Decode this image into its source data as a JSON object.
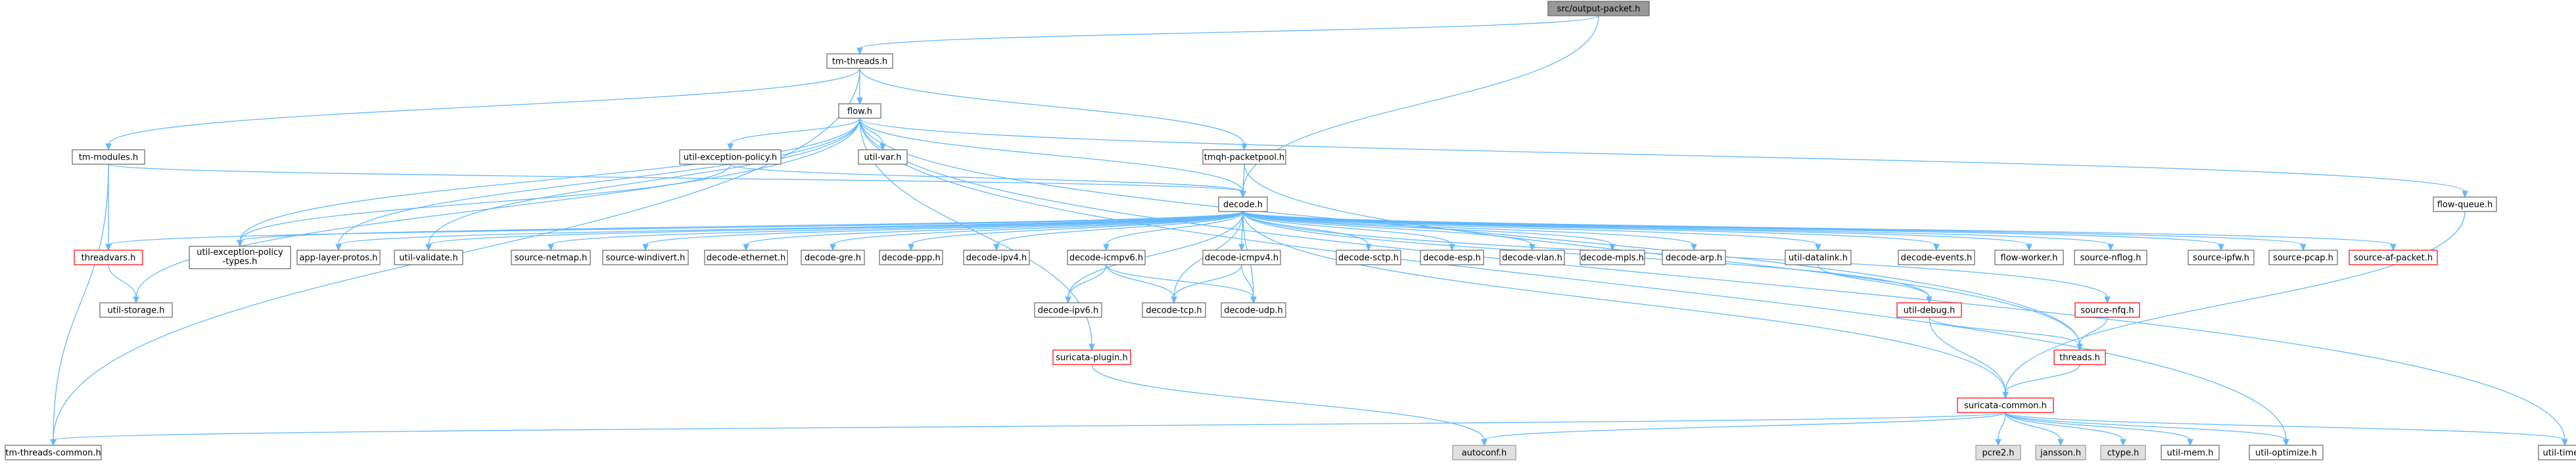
{
  "colors": {
    "edge": "#63b8ff",
    "node_border": "#666666",
    "node_fill": "#ffffff",
    "focus_fill": "#999999",
    "focus_border": "#666666",
    "truncated_border": "#ff0000",
    "system_fill": "#e0e0e0",
    "system_border": "#999999"
  },
  "nodes": [
    {
      "id": "output_packet",
      "label": "src/output-packet.h",
      "kind": "focus"
    },
    {
      "id": "tm_threads",
      "label": "tm-threads.h",
      "kind": "normal"
    },
    {
      "id": "flow",
      "label": "flow.h",
      "kind": "normal"
    },
    {
      "id": "tm_modules",
      "label": "tm-modules.h",
      "kind": "normal"
    },
    {
      "id": "util_exception_policy",
      "label": "util-exception-policy.h",
      "kind": "normal"
    },
    {
      "id": "util_var",
      "label": "util-var.h",
      "kind": "normal"
    },
    {
      "id": "tmqh_packetpool",
      "label": "tmqh-packetpool.h",
      "kind": "normal"
    },
    {
      "id": "decode",
      "label": "decode.h",
      "kind": "normal"
    },
    {
      "id": "flow_queue",
      "label": "flow-queue.h",
      "kind": "normal"
    },
    {
      "id": "threadvars",
      "label": "threadvars.h",
      "kind": "truncated"
    },
    {
      "id": "util_storage",
      "label": "util-storage.h",
      "kind": "normal"
    },
    {
      "id": "util_exception_policy_types",
      "label": "util-exception-policy\n-types.h",
      "kind": "normal"
    },
    {
      "id": "app_layer_protos",
      "label": "app-layer-protos.h",
      "kind": "normal"
    },
    {
      "id": "util_validate",
      "label": "util-validate.h",
      "kind": "normal"
    },
    {
      "id": "source_netmap",
      "label": "source-netmap.h",
      "kind": "normal"
    },
    {
      "id": "source_windivert",
      "label": "source-windivert.h",
      "kind": "normal"
    },
    {
      "id": "decode_ethernet",
      "label": "decode-ethernet.h",
      "kind": "normal"
    },
    {
      "id": "decode_gre",
      "label": "decode-gre.h",
      "kind": "normal"
    },
    {
      "id": "decode_ppp",
      "label": "decode-ppp.h",
      "kind": "normal"
    },
    {
      "id": "decode_ipv4",
      "label": "decode-ipv4.h",
      "kind": "normal"
    },
    {
      "id": "decode_icmpv6",
      "label": "decode-icmpv6.h",
      "kind": "normal"
    },
    {
      "id": "decode_icmpv4",
      "label": "decode-icmpv4.h",
      "kind": "normal"
    },
    {
      "id": "decode_sctp",
      "label": "decode-sctp.h",
      "kind": "normal"
    },
    {
      "id": "decode_esp",
      "label": "decode-esp.h",
      "kind": "normal"
    },
    {
      "id": "decode_vlan",
      "label": "decode-vlan.h",
      "kind": "normal"
    },
    {
      "id": "decode_mpls",
      "label": "decode-mpls.h",
      "kind": "normal"
    },
    {
      "id": "decode_arp",
      "label": "decode-arp.h",
      "kind": "normal"
    },
    {
      "id": "util_datalink",
      "label": "util-datalink.h",
      "kind": "normal"
    },
    {
      "id": "decode_events",
      "label": "decode-events.h",
      "kind": "normal"
    },
    {
      "id": "flow_worker",
      "label": "flow-worker.h",
      "kind": "normal"
    },
    {
      "id": "source_nflog",
      "label": "source-nflog.h",
      "kind": "normal"
    },
    {
      "id": "source_ipfw",
      "label": "source-ipfw.h",
      "kind": "normal"
    },
    {
      "id": "source_pcap",
      "label": "source-pcap.h",
      "kind": "normal"
    },
    {
      "id": "source_af_packet",
      "label": "source-af-packet.h",
      "kind": "truncated"
    },
    {
      "id": "decode_ipv6",
      "label": "decode-ipv6.h",
      "kind": "normal"
    },
    {
      "id": "decode_tcp",
      "label": "decode-tcp.h",
      "kind": "normal"
    },
    {
      "id": "decode_udp",
      "label": "decode-udp.h",
      "kind": "normal"
    },
    {
      "id": "util_debug",
      "label": "util-debug.h",
      "kind": "truncated"
    },
    {
      "id": "source_nfq",
      "label": "source-nfq.h",
      "kind": "truncated"
    },
    {
      "id": "threads",
      "label": "threads.h",
      "kind": "truncated"
    },
    {
      "id": "suricata_plugin",
      "label": "suricata-plugin.h",
      "kind": "truncated"
    },
    {
      "id": "suricata_common",
      "label": "suricata-common.h",
      "kind": "truncated"
    },
    {
      "id": "tm_threads_common",
      "label": "tm-threads-common.h",
      "kind": "normal"
    },
    {
      "id": "autoconf",
      "label": "autoconf.h",
      "kind": "system"
    },
    {
      "id": "pcre2",
      "label": "pcre2.h",
      "kind": "system"
    },
    {
      "id": "jansson",
      "label": "jansson.h",
      "kind": "system"
    },
    {
      "id": "ctype",
      "label": "ctype.h",
      "kind": "system"
    },
    {
      "id": "util_mem",
      "label": "util-mem.h",
      "kind": "normal"
    },
    {
      "id": "util_optimize",
      "label": "util-optimize.h",
      "kind": "normal"
    },
    {
      "id": "util_time",
      "label": "util-time.h",
      "kind": "normal"
    }
  ],
  "edges": [
    [
      "output_packet",
      "tm_threads"
    ],
    [
      "output_packet",
      "decode"
    ],
    [
      "tm_threads",
      "flow"
    ],
    [
      "tm_threads",
      "tm_modules"
    ],
    [
      "tm_threads",
      "tmqh_packetpool"
    ],
    [
      "tm_threads",
      "tm_threads_common"
    ],
    [
      "flow",
      "util_exception_policy"
    ],
    [
      "flow",
      "util_var"
    ],
    [
      "flow",
      "decode"
    ],
    [
      "flow",
      "util_exception_policy_types"
    ],
    [
      "flow",
      "util_validate"
    ],
    [
      "flow",
      "app_layer_protos"
    ],
    [
      "flow",
      "util_storage"
    ],
    [
      "flow",
      "flow_queue"
    ],
    [
      "flow",
      "threads"
    ],
    [
      "flow",
      "util_optimize"
    ],
    [
      "flow",
      "util_time"
    ],
    [
      "flow",
      "suricata_plugin"
    ],
    [
      "tm_modules",
      "threadvars"
    ],
    [
      "tm_modules",
      "tm_threads_common"
    ],
    [
      "tm_modules",
      "decode"
    ],
    [
      "threadvars",
      "util_storage"
    ],
    [
      "util_exception_policy",
      "decode"
    ],
    [
      "util_exception_policy",
      "util_exception_policy_types"
    ],
    [
      "tmqh_packetpool",
      "decode"
    ],
    [
      "tmqh_packetpool",
      "threads"
    ],
    [
      "flow_queue",
      "suricata_common"
    ],
    [
      "decode",
      "threadvars"
    ],
    [
      "decode",
      "util_exception_policy_types"
    ],
    [
      "decode",
      "app_layer_protos"
    ],
    [
      "decode",
      "util_validate"
    ],
    [
      "decode",
      "source_netmap"
    ],
    [
      "decode",
      "source_windivert"
    ],
    [
      "decode",
      "decode_ethernet"
    ],
    [
      "decode",
      "decode_gre"
    ],
    [
      "decode",
      "decode_ppp"
    ],
    [
      "decode",
      "decode_ipv4"
    ],
    [
      "decode",
      "decode_icmpv6"
    ],
    [
      "decode",
      "decode_icmpv4"
    ],
    [
      "decode",
      "decode_sctp"
    ],
    [
      "decode",
      "decode_esp"
    ],
    [
      "decode",
      "decode_vlan"
    ],
    [
      "decode",
      "decode_mpls"
    ],
    [
      "decode",
      "decode_arp"
    ],
    [
      "decode",
      "util_datalink"
    ],
    [
      "decode",
      "decode_events"
    ],
    [
      "decode",
      "flow_worker"
    ],
    [
      "decode",
      "source_nflog"
    ],
    [
      "decode",
      "source_ipfw"
    ],
    [
      "decode",
      "source_pcap"
    ],
    [
      "decode",
      "source_af_packet"
    ],
    [
      "decode",
      "decode_ipv6"
    ],
    [
      "decode",
      "decode_tcp"
    ],
    [
      "decode",
      "decode_udp"
    ],
    [
      "decode",
      "util_debug"
    ],
    [
      "decode",
      "source_nfq"
    ],
    [
      "decode",
      "suricata_common"
    ],
    [
      "decode_icmpv6",
      "decode_ipv6"
    ],
    [
      "decode_icmpv6",
      "decode_tcp"
    ],
    [
      "decode_icmpv6",
      "decode_udp"
    ],
    [
      "decode_icmpv4",
      "decode_tcp"
    ],
    [
      "decode_icmpv4",
      "decode_udp"
    ],
    [
      "util_datalink",
      "util_debug"
    ],
    [
      "util_debug",
      "threads"
    ],
    [
      "util_debug",
      "suricata_common"
    ],
    [
      "source_nfq",
      "threads"
    ],
    [
      "threads",
      "suricata_common"
    ],
    [
      "suricata_plugin",
      "autoconf"
    ],
    [
      "suricata_common",
      "tm_threads_common"
    ],
    [
      "suricata_common",
      "autoconf"
    ],
    [
      "suricata_common",
      "pcre2"
    ],
    [
      "suricata_common",
      "jansson"
    ],
    [
      "suricata_common",
      "ctype"
    ],
    [
      "suricata_common",
      "util_mem"
    ],
    [
      "suricata_common",
      "util_optimize"
    ],
    [
      "suricata_common",
      "util_time"
    ]
  ]
}
